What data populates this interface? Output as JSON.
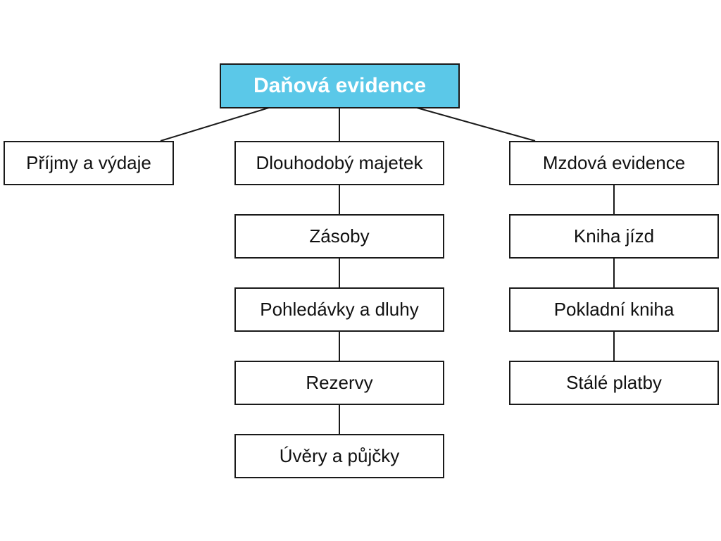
{
  "root": {
    "label": "Daňová evidence",
    "color": "#5bc8e8"
  },
  "branches": [
    {
      "label": "Příjmy a výdaje",
      "children": []
    },
    {
      "label": "Dlouhodobý majetek",
      "children": [
        "Zásoby",
        "Pohledávky a dluhy",
        "Rezervy",
        "Úvěry a půjčky"
      ]
    },
    {
      "label": "Mzdová evidence",
      "children": [
        "Kniha jízd",
        "Pokladní kniha",
        "Stálé platby"
      ]
    }
  ]
}
